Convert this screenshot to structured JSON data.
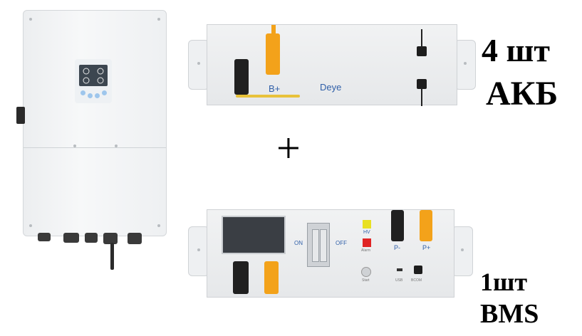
{
  "battery": {
    "brand_label": "Deye",
    "terminal_label": "B+"
  },
  "bms": {
    "switch_on_label": "ON",
    "switch_off_label": "OFF",
    "hv_label": "HV",
    "alarm_label": "Alarm",
    "start_label": "Start",
    "usb_label": "USB",
    "bcom_label": "BCOM",
    "neg_label": "P-",
    "pos_label": "P+"
  },
  "labels": {
    "battery_qty": "4 шт",
    "battery_abbr": "АКБ",
    "plus_sign": "+",
    "bms_qty": "1шт",
    "bms_abbr": "BMS"
  },
  "colors": {
    "terminal_orange": "#f3a21a",
    "text_blue": "#2f5fa8",
    "hv_yellow": "#e8e022",
    "alarm_red": "#e02424"
  }
}
